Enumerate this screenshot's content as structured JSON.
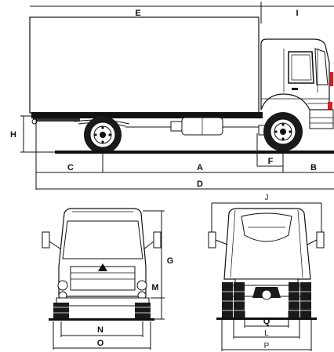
{
  "labels": {
    "E": "E",
    "I": "I",
    "H": "H",
    "C": "C",
    "A": "A",
    "F": "F",
    "B": "B",
    "D": "D",
    "G": "G",
    "M": "M",
    "N": "N",
    "O": "O",
    "J": "J",
    "Q": "Q",
    "L": "L",
    "P": "P"
  },
  "colors": {
    "ink": "#111111",
    "marker_red": "#d42020",
    "tire": "#1a1a1a",
    "grey": "#b8b8b8"
  }
}
